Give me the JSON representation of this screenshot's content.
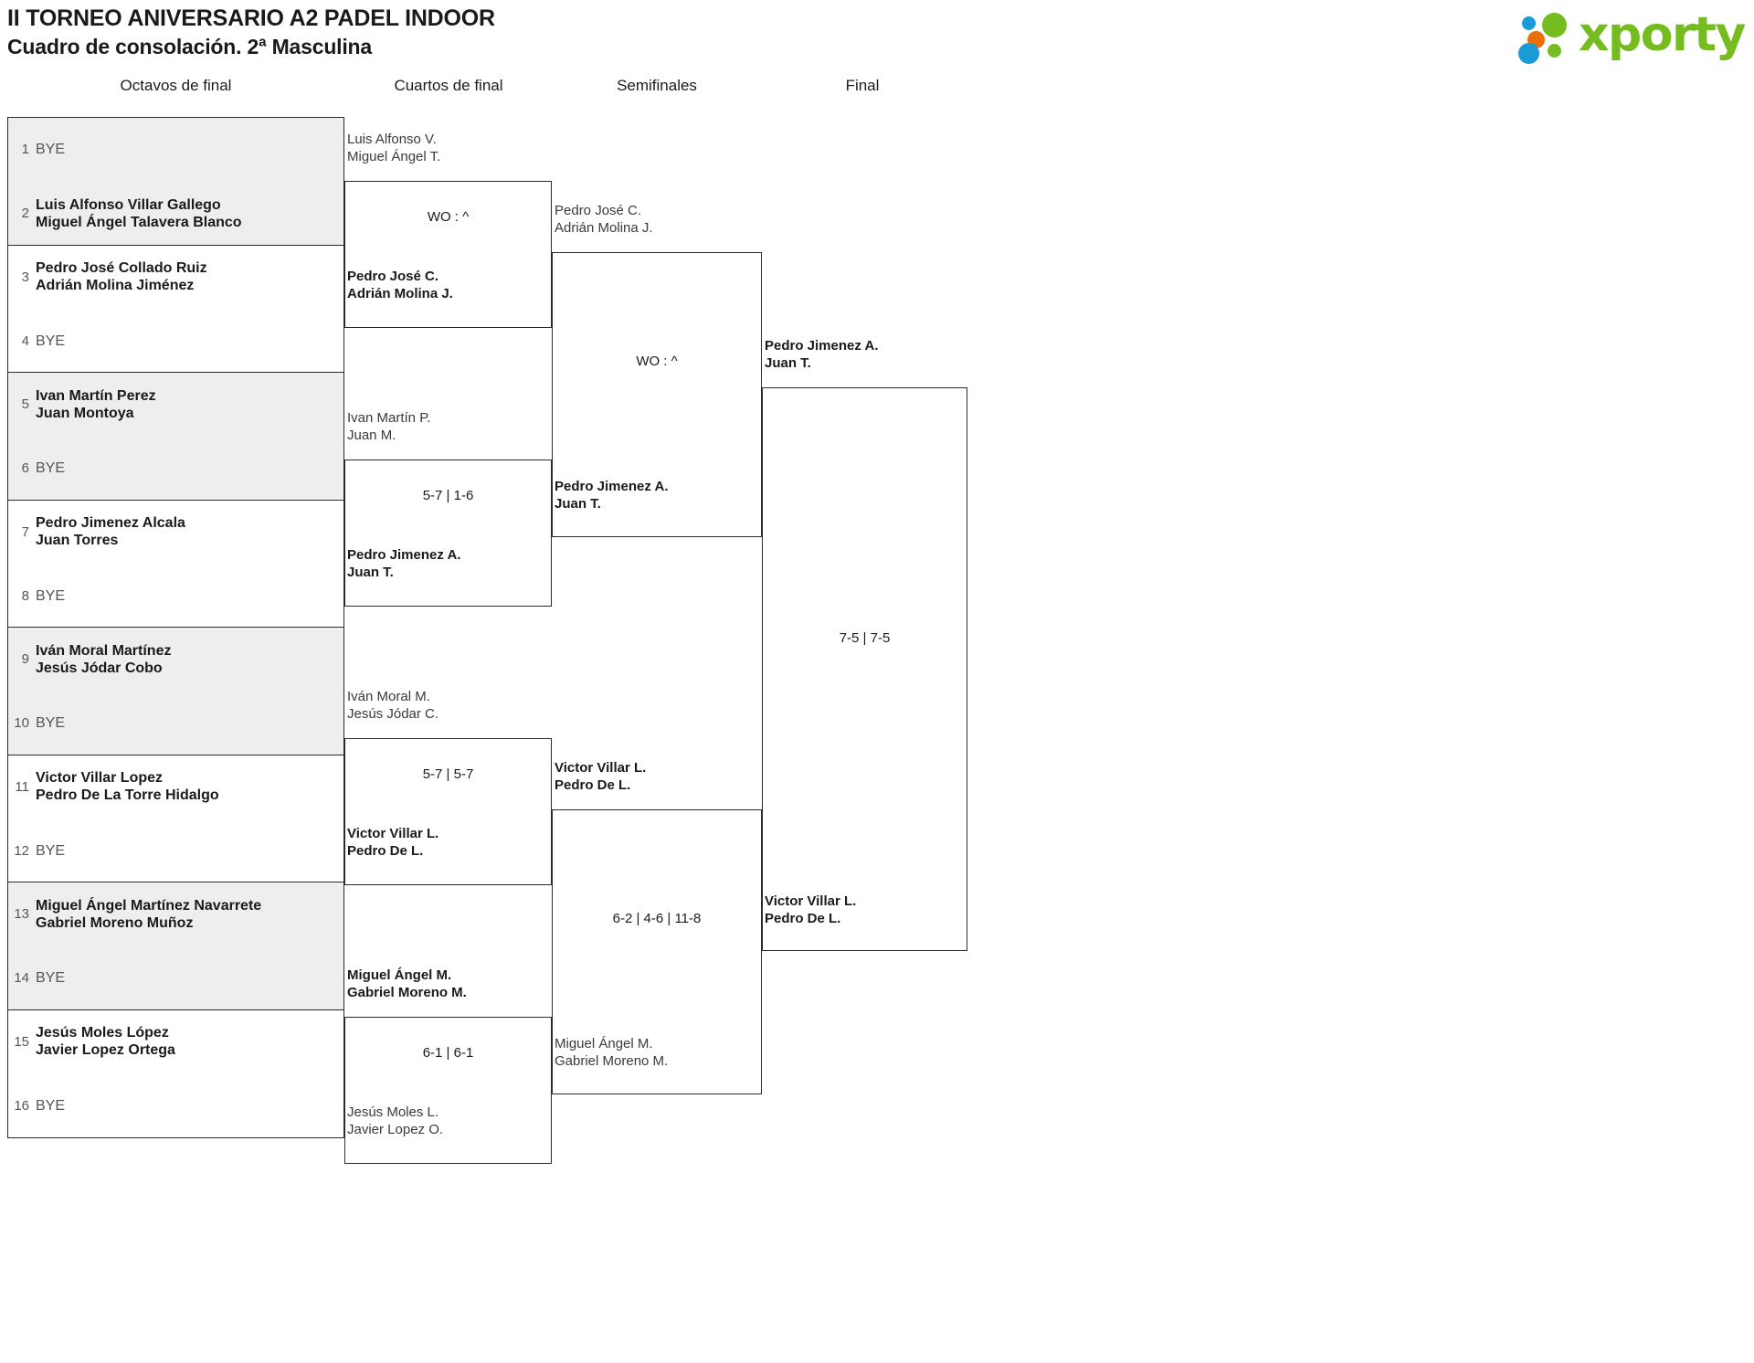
{
  "header": {
    "title_line1": "II TORNEO ANIVERSARIO A2 PADEL INDOOR",
    "title_line2": "Cuadro de consolación. 2ª Masculina",
    "logo_word": "xporty"
  },
  "rounds": [
    {
      "label": "Octavos de final"
    },
    {
      "label": "Cuartos de final"
    },
    {
      "label": "Semifinales"
    },
    {
      "label": "Final"
    }
  ],
  "round1": [
    {
      "seed": "1",
      "line1": "BYE",
      "line2": "",
      "bye": true,
      "winner": false
    },
    {
      "seed": "2",
      "line1": "Luis Alfonso Villar Gallego",
      "line2": "Miguel Ángel Talavera Blanco",
      "bye": false,
      "winner": true
    },
    {
      "seed": "3",
      "line1": "Pedro José Collado Ruiz",
      "line2": "Adrián Molina Jiménez",
      "bye": false,
      "winner": true
    },
    {
      "seed": "4",
      "line1": "BYE",
      "line2": "",
      "bye": true,
      "winner": false
    },
    {
      "seed": "5",
      "line1": "Ivan Martín Perez",
      "line2": "Juan Montoya",
      "bye": false,
      "winner": true
    },
    {
      "seed": "6",
      "line1": "BYE",
      "line2": "",
      "bye": true,
      "winner": false
    },
    {
      "seed": "7",
      "line1": "Pedro Jimenez Alcala",
      "line2": "Juan Torres",
      "bye": false,
      "winner": true
    },
    {
      "seed": "8",
      "line1": "BYE",
      "line2": "",
      "bye": true,
      "winner": false
    },
    {
      "seed": "9",
      "line1": "Iván Moral Martínez",
      "line2": "Jesús Jódar Cobo",
      "bye": false,
      "winner": true
    },
    {
      "seed": "10",
      "line1": "BYE",
      "line2": "",
      "bye": true,
      "winner": false
    },
    {
      "seed": "11",
      "line1": "Victor Villar Lopez",
      "line2": "Pedro De La Torre Hidalgo",
      "bye": false,
      "winner": true
    },
    {
      "seed": "12",
      "line1": "BYE",
      "line2": "",
      "bye": true,
      "winner": false
    },
    {
      "seed": "13",
      "line1": "Miguel Ángel Martínez Navarrete",
      "line2": "Gabriel Moreno Muñoz",
      "bye": false,
      "winner": true
    },
    {
      "seed": "14",
      "line1": "BYE",
      "line2": "",
      "bye": true,
      "winner": false
    },
    {
      "seed": "15",
      "line1": "Jesús Moles López",
      "line2": "Javier Lopez Ortega",
      "bye": false,
      "winner": true
    },
    {
      "seed": "16",
      "line1": "BYE",
      "line2": "",
      "bye": true,
      "winner": false
    }
  ],
  "round2": [
    {
      "score": "WO : ^",
      "top": {
        "line1": "Luis Alfonso V.",
        "line2": "Miguel Ángel T.",
        "winner": false
      },
      "bottom": {
        "line1": "Pedro José C.",
        "line2": "Adrián Molina J.",
        "winner": true
      }
    },
    {
      "score": "5-7 | 1-6",
      "top": {
        "line1": "Ivan Martín P.",
        "line2": "Juan M.",
        "winner": false
      },
      "bottom": {
        "line1": "Pedro Jimenez A.",
        "line2": "Juan T.",
        "winner": true
      }
    },
    {
      "score": "5-7 | 5-7",
      "top": {
        "line1": "Iván Moral M.",
        "line2": "Jesús Jódar C.",
        "winner": false
      },
      "bottom": {
        "line1": "Victor Villar L.",
        "line2": "Pedro De L.",
        "winner": true
      }
    },
    {
      "score": "6-1 | 6-1",
      "top": {
        "line1": "Miguel Ángel M.",
        "line2": "Gabriel Moreno M.",
        "winner": true
      },
      "bottom": {
        "line1": "Jesús Moles L.",
        "line2": "Javier Lopez O.",
        "winner": false
      }
    }
  ],
  "round3": [
    {
      "score": "WO : ^",
      "top": {
        "line1": "Pedro José C.",
        "line2": "Adrián Molina J.",
        "winner": false
      },
      "bottom": {
        "line1": "Pedro Jimenez A.",
        "line2": "Juan T.",
        "winner": true
      }
    },
    {
      "score": "6-2 | 4-6 | 11-8",
      "top": {
        "line1": "Victor Villar L.",
        "line2": "Pedro De L.",
        "winner": true
      },
      "bottom": {
        "line1": "Miguel Ángel M.",
        "line2": "Gabriel Moreno M.",
        "winner": false
      }
    }
  ],
  "round4": [
    {
      "score": "7-5 | 7-5",
      "top": {
        "line1": "Pedro Jimenez A.",
        "line2": "Juan T.",
        "winner": true
      },
      "bottom": {
        "line1": "Victor Villar L.",
        "line2": "Pedro De L.",
        "winner": false
      }
    }
  ]
}
